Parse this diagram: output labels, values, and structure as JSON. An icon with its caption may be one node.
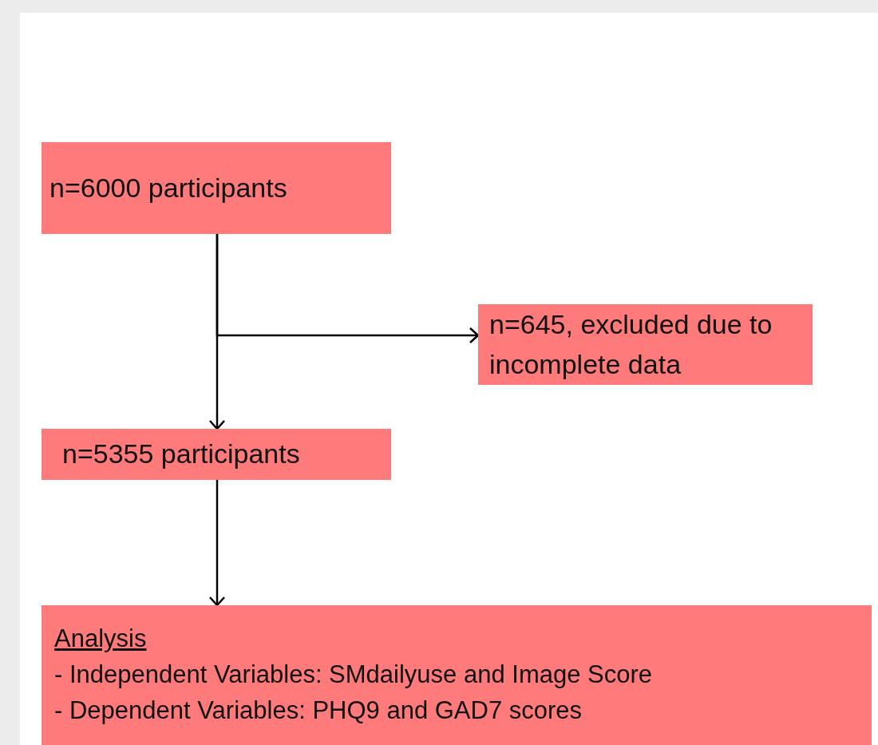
{
  "diagram": {
    "nodes": [
      {
        "text": [
          "n=6000 participants"
        ]
      },
      {
        "text": [
          "n=645, excluded due to incomplete data"
        ]
      },
      {
        "text": [
          "n=5355 participants"
        ]
      },
      {
        "text": [
          "Analysis",
          "- Independent Variables: SMdailyuse and Image Score",
          "- Dependent Variables: PHQ9 and GAD7 scores"
        ]
      }
    ],
    "edges": [
      {
        "from": 0,
        "to": 2,
        "arrow": "to"
      },
      {
        "from": 0,
        "to": 1,
        "arrow": "to"
      },
      {
        "from": 2,
        "to": 3,
        "arrow": "to"
      }
    ]
  }
}
